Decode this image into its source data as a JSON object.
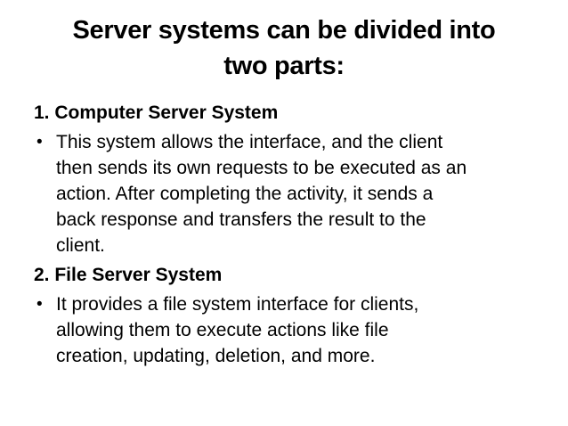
{
  "slide": {
    "background_color": "#ffffff",
    "text_color": "#000000",
    "title": {
      "full_text": "Server systems can be divided into two parts:",
      "lines": [
        "Server systems can be divided into",
        "two parts:"
      ]
    },
    "body": {
      "sections": [
        {
          "type": "heading",
          "text": "1. Computer Server System"
        },
        {
          "type": "bullet",
          "bullet_char": "•",
          "full_text": "This system allows the interface, and the client then sends its own requests to be executed as an action. After completing the activity, it sends a back response and transfers the result to the client.",
          "lines": [
            "This system allows the interface, and the client",
            "then sends its own requests to be executed as an",
            "action. After completing the activity, it sends a",
            "back response and transfers the result to the",
            "client."
          ]
        },
        {
          "type": "heading",
          "text": "2. File Server System"
        },
        {
          "type": "bullet",
          "bullet_char": "•",
          "full_text": "It provides a file system interface for clients, allowing them to execute actions like file creation, updating, deletion, and more.",
          "lines": [
            "It provides a file system interface for clients,",
            "allowing them to execute actions like file",
            "creation, updating, deletion, and more."
          ]
        }
      ]
    }
  }
}
